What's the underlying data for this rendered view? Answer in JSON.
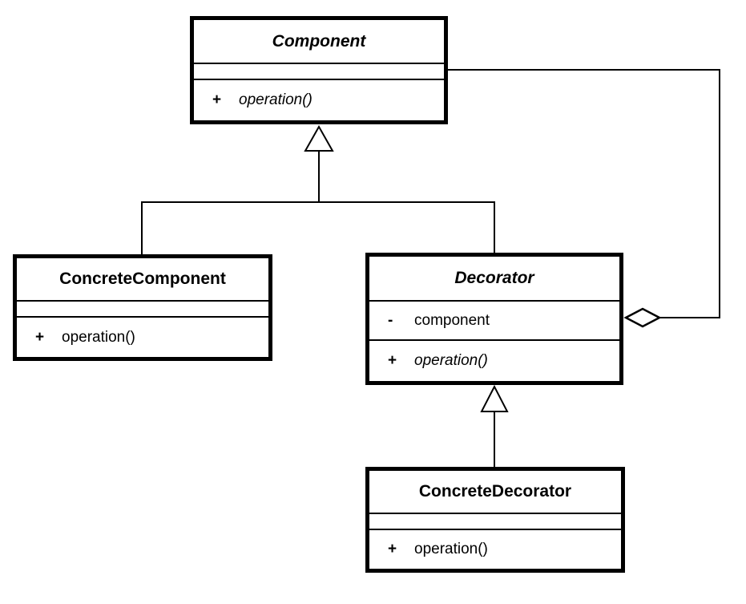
{
  "diagram": {
    "type": "uml-class-diagram",
    "colors": {
      "line": "#000000",
      "box_border": "#000000",
      "box_fill": "#ffffff",
      "background": "#ffffff"
    }
  },
  "classes": {
    "component": {
      "name": "Component",
      "abstract": true,
      "attributes": [],
      "operations": [
        {
          "visibility": "+",
          "name": "operation()",
          "abstract": true
        }
      ]
    },
    "concrete_component": {
      "name": "ConcreteComponent",
      "abstract": false,
      "attributes": [],
      "operations": [
        {
          "visibility": "+",
          "name": "operation()",
          "abstract": false
        }
      ]
    },
    "decorator": {
      "name": "Decorator",
      "abstract": true,
      "attributes": [
        {
          "visibility": "-",
          "name": "component"
        }
      ],
      "operations": [
        {
          "visibility": "+",
          "name": "operation()",
          "abstract": true
        }
      ]
    },
    "concrete_decorator": {
      "name": "ConcreteDecorator",
      "abstract": false,
      "attributes": [],
      "operations": [
        {
          "visibility": "+",
          "name": "operation()",
          "abstract": false
        }
      ]
    }
  },
  "relationships": [
    {
      "type": "generalization",
      "from": "ConcreteComponent",
      "to": "Component"
    },
    {
      "type": "generalization",
      "from": "Decorator",
      "to": "Component"
    },
    {
      "type": "generalization",
      "from": "ConcreteDecorator",
      "to": "Decorator"
    },
    {
      "type": "aggregation",
      "owner": "Decorator",
      "part": "Component"
    }
  ]
}
